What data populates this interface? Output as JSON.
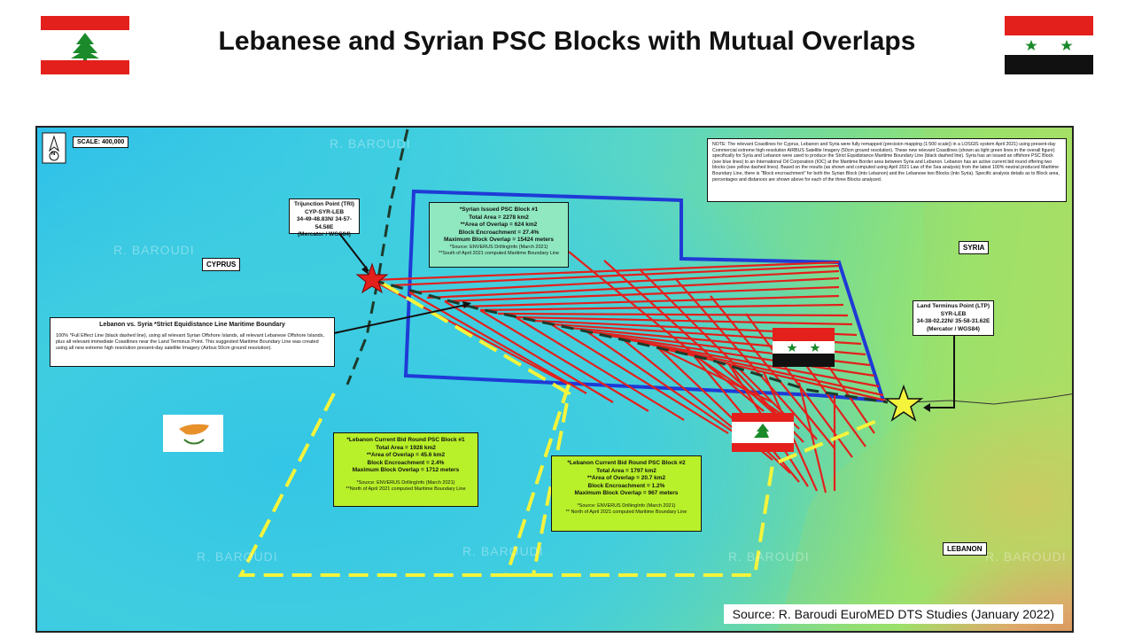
{
  "title": "Lebanese and Syrian PSC Blocks with Mutual Overlaps",
  "colors": {
    "syria_block": "#1f3ad6",
    "lebanon_block": "#f4f43c",
    "overlap_lines": "#e3201c",
    "maritime_boundary": "#1d3b2a",
    "lebanon_green": "#1a8a2a",
    "red": "#e3201c"
  },
  "map": {
    "scale": "SCALE: 400,000",
    "north_arrow": "N",
    "labels": {
      "cyprus": "CYPRUS",
      "syria": "SYRIA",
      "lebanon": "LEBANON"
    },
    "trijunction": {
      "title": "Trijunction Point (TRI)",
      "line2": "CYP-SYR-LEB",
      "coords": "34-49-48.83N/ 34-57-54.58E",
      "system": "(Mercator / WGS84)"
    },
    "land_terminus": {
      "title": "Land Terminus Point (LTP)",
      "line2": "SYR-LEB",
      "coords": "34-38-02.22N/ 35-58-31.62E",
      "system": "(Mercator / WGS84)"
    },
    "boundary_note": {
      "title": "Lebanon vs. Syria *Strict Equidistance Line Maritime Boundary",
      "body": "100% *Full Effect Line (black dashed line), using all relevant Syrian Offshore Islands, all relevant Lebanese Offshore Islands, plus all relevant immediate Coastlines near the Land Terminus Point. This suggested Maritime Boundary Line was created using all new extreme high resolution present-day satellite Imagery (Airbus 50cm ground resolution)."
    },
    "note": "NOTE: The relevant Coastlines for Cyprus, Lebanon and Syria were fully remapped (precision mapping (1:500 scale)) in a LOSGIS system April 2021) using present-day Commercial extreme high-resolution AIRBUS Satellite Imagery (50cm ground resolution). These new relevant Coastlines (shown as light green lines in the overall figure) specifically for Syria and Lebanon were used to produce the Strict Equidistance Maritime Boundary Line (black dashed line). Syria has an issued an offshore PSC Block (see blue lines) to an International Oil Corporation (IOC) at the Maritime Border area between Syria and Lebanon. Lebanon has an active current bid round offering two blocks (see yellow dashed lines). Based on the results (as shown and computed using April 2021 Law of the Sea analysis) from the latest 100% neutral produced Maritime Boundary Line, there is \"Block encroachment\" for both the Syrian Block (into Lebanon) and the Lebanese two Blocks (into Syria). Specific analysis details as to Block area, percentages and distances are shown above for each of the three Blocks analyzed.",
    "syria_block": {
      "title": "*Syrian Issued PSC Block #1",
      "area": "Total Area = 2278 km2",
      "overlap": "**Area of Overlap = 624 km2",
      "encroachment": "Block Encroachment = 27.4%",
      "max_overlap": "Maximum Block Overlap = 15424 meters",
      "source": "*Source: ENVERUS DrillingInfo (March 2021)",
      "footnote": "**South of April 2021 computed Maritime Boundary Line"
    },
    "lebanon_block1": {
      "title": "*Lebanon Current Bid Round PSC Block #1",
      "area": "Total Area = 1928 km2",
      "overlap": "**Area of Overlap = 45.6 km2",
      "encroachment": "Block Encroachment = 2.4%",
      "max_overlap": "Maximum Block Overlap = 1712 meters",
      "source": "*Source: ENVERUS DrillingInfo (March 2021)",
      "footnote": "**North of April 2021 computed Maritime Boundary Line"
    },
    "lebanon_block2": {
      "title": "*Lebanon Current Bid Round PSC Block #2",
      "area": "Total Area = 1797 km2",
      "overlap": "**Area of Overlap = 20.7 km2",
      "encroachment": "Block Encroachment = 1.2%",
      "max_overlap": "Maximum Block Overlap = 967 meters",
      "source": "*Source: ENVERUS DrillingInfo (March 2021)",
      "footnote": "** North of April 2021 computed Maritime Boundary Line"
    },
    "watermark": "R. BAROUDI"
  },
  "source": "Source: R. Baroudi EuroMED DTS Studies (January 2022)"
}
